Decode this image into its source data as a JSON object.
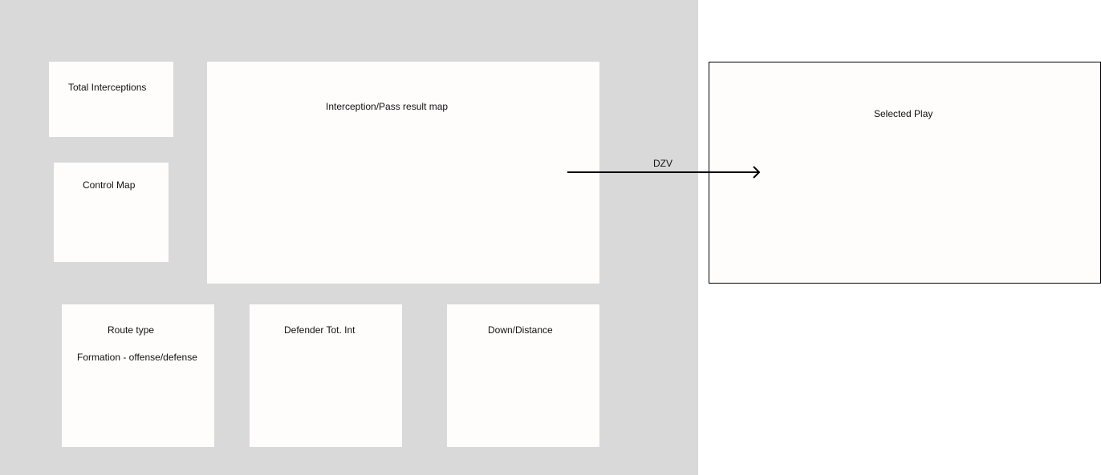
{
  "panels": {
    "total_interceptions": "Total Interceptions",
    "control_map": "Control Map",
    "pass_result_map": "Interception/Pass result map",
    "route_type": "Route type",
    "formation": "Formation - offense/defense",
    "defender_tot_int": "Defender Tot. Int",
    "down_distance": "Down/Distance"
  },
  "arrow_label": "DZV",
  "selected_play": "Selected Play"
}
